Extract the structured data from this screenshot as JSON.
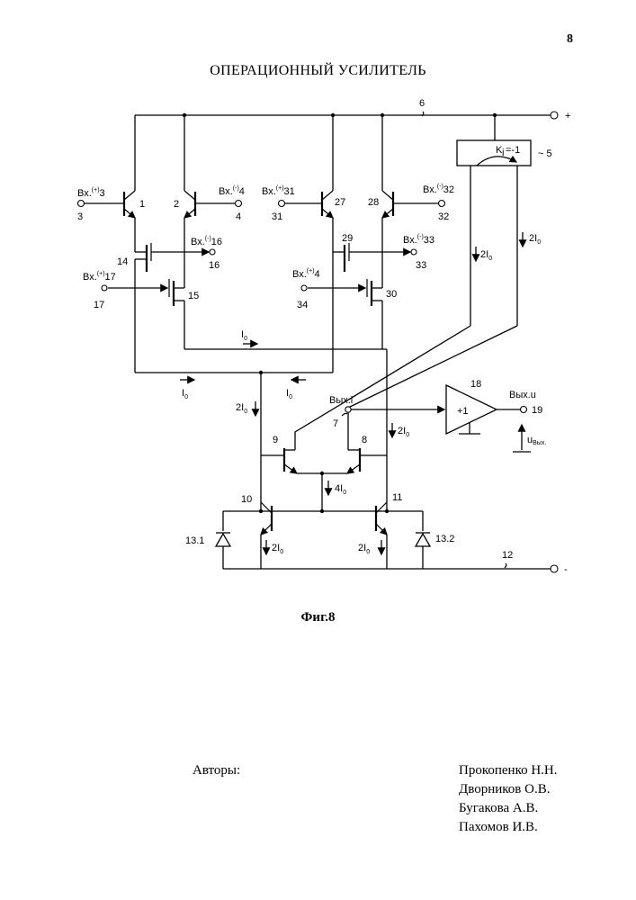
{
  "page_number": "8",
  "title": "ОПЕРАЦИОННЫЙ УСИЛИТЕЛЬ",
  "figure_caption": "Фиг.8",
  "authors_label": "Авторы:",
  "authors": [
    "Прокопенко Н.Н.",
    "Дворников О.В.",
    "Бугакова А.В.",
    "Пахомов И.В."
  ],
  "circuit": {
    "inputs": {
      "in3": {
        "prefix": "Вх.",
        "sup": "(+)",
        "num": "3",
        "pin": "3"
      },
      "in4": {
        "prefix": "Вх.",
        "sup": "(-)",
        "num": "4",
        "pin": "4"
      },
      "in31": {
        "prefix": "Вх.",
        "sup": "(+)",
        "num": "31",
        "pin": "31"
      },
      "in32": {
        "prefix": "Вх.",
        "sup": "(-)",
        "num": "32",
        "pin": "32"
      },
      "in16": {
        "prefix": "Вх.",
        "sup": "(-)",
        "num": "16",
        "pin": "16"
      },
      "in17": {
        "prefix": "Вх.",
        "sup": "(+)",
        "num": "17",
        "pin": "17"
      },
      "in33": {
        "prefix": "Вх.",
        "sup": "(-)",
        "num": "33",
        "pin": "33"
      },
      "in34": {
        "prefix": "Вх.",
        "sup": "(+)",
        "num": "4",
        "pin": "34"
      }
    },
    "transistors": {
      "t1": "1",
      "t2": "2",
      "t27": "27",
      "t28": "28",
      "t14": "14",
      "t15": "15",
      "t29": "29",
      "t30": "30",
      "t9": "9",
      "t8": "8",
      "t10": "10",
      "t11": "11"
    },
    "diodes": {
      "d131": "13.1",
      "d132": "13.2"
    },
    "buses": {
      "plus_label": "+",
      "plus_num": "6",
      "minus_label": "-",
      "minus_num": "12"
    },
    "current_mirror": {
      "k": "K",
      "ki_sub": "i",
      "ki_val": "=-1",
      "num": "5"
    },
    "buffer": {
      "gain": "+1",
      "num": "18"
    },
    "currents": {
      "i0": "I",
      "two_i0": "2I",
      "four_i0": "4I",
      "sub0": "0"
    },
    "output_i": {
      "label": "Вых.i",
      "pin": "7"
    },
    "output_u": {
      "label": "Вых.u",
      "pin": "19",
      "u": "u",
      "u_sub": "Вых."
    }
  }
}
